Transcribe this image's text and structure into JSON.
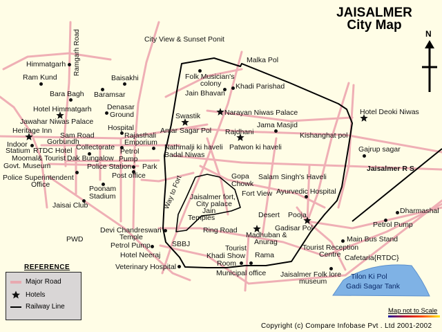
{
  "title": {
    "line1": "JAISALMER",
    "line2": "City Map"
  },
  "north_label": "N",
  "roads": {
    "ramgarh": "Ramgarh Road",
    "way_to_fort": "Way to Fort"
  },
  "places": {
    "himmatgarh": "Himmatgarh",
    "ram_kund": "Ram Kund",
    "baisakhi": "Baisakhi",
    "baramsar": "Baramsar",
    "bara_bagh": "Bara Bagh",
    "hotel_himmatgarh": "Hotel Himmatgarh",
    "jawahar": "Jawahar Niwas Palace",
    "denasar_1": "Denasar",
    "denasar_2": "Ground",
    "hospital": "Hospital",
    "heritage": "Heritage Inn",
    "sam_road": "Sam Road",
    "rajasthali_1": "Rajasthali",
    "rajasthali_2": "Emporium",
    "indoor_1": "Indoor",
    "indoor_2": "Statium",
    "gorbundh": "Gorbundh",
    "rtdc_hotel": "RTDC Hotel",
    "collectorate": "Collectorate",
    "petrol1_1": "Petrol",
    "petrol1_2": "Pump",
    "moomal": "Moomal& Tourist",
    "dak": "Dak Bungalow",
    "govt_museum": "Govt. Museum",
    "police_station": "Police Station",
    "park": "Park",
    "post_office": "Post office",
    "nathmalji": "Nathmalji ki haveli",
    "badal": "Badal Niwas",
    "police_sup_1": "Police Superintendent",
    "police_sup_2": "Office",
    "poonam_1": "Poonam",
    "poonam_2": "Stadium",
    "jaisai": "Jaisai Club",
    "pwd": "PWD",
    "devi_1": "Devi Chandreswari",
    "devi_2": "Temple",
    "petrol2": "Petrol Pump",
    "neeraj": "Hotel Neeraj",
    "veterinary": "Veterinary Hospital",
    "city_view": "City View & Sunset Ponit",
    "malka": "Malka Pol",
    "folk_1": "Folk Musician's",
    "folk_2": "colony",
    "khadi_parishad": "Khadi Parishad",
    "jain_bhavan": "Jain Bhavan",
    "narayan": "Narayan Niwas Palace",
    "swastik": "Swastik",
    "amar_sagar": "Amar Sagar Pol",
    "jama": "Jama Masjid",
    "rajdhani": "Rajdhani",
    "kishanghat": "Kishanghat pol",
    "patwon": "Patwon ki haveli",
    "gopa_1": "Gopa",
    "gopa_2": "Chowk",
    "salam": "Salam Singh's Haveli",
    "ayurvedic": "Ayurvedic Hospital",
    "fort_view": "Fort View",
    "fort_1": "Jaisalmer fort,",
    "fort_2": "City palace",
    "fort_3": "Jain",
    "fort_4": "Temples",
    "desert": "Desert",
    "pooja": "Pooja",
    "gadisar": "Gadisar Pol",
    "ring": "Ring Road",
    "madhuban_1": "Madhuban &",
    "madhuban_2": "Anurag",
    "sbbj": "SBBJ",
    "main_bus": "Main Bus Stand",
    "tourist_rec_1": "Tourist Reception",
    "tourist_rec_2": "Centre",
    "tourist": "Tourist",
    "khadi_show": "Khadi Show",
    "room": "Room",
    "rama": "Rama",
    "cafetaria": "Cafetaria{RTDC}",
    "municipal": "Municipal office",
    "folk_lore_1": "Jaisalmer Folk lore",
    "folk_lore_2": "museum",
    "tilon": "Tilon Ki Pol",
    "gadi_sagar": "Gadi Sagar Tank",
    "dharmashal": "Dharmashal",
    "petrol3": "Petrol Pump",
    "deoki": "Hotel Deoki Niwas",
    "gajrup": "Gajrup sagar",
    "rs": "Jaisalmer R S"
  },
  "legend": {
    "title": "REFERENCE",
    "road": "Major Road",
    "hotels": "Hotels",
    "railway": "Railway Line"
  },
  "scale_note": "Map not to Scale",
  "copyright": "Copyright (c) Compare Infobase Pvt . Ltd 2001-2002",
  "colors": {
    "road": "#E8A9B0",
    "railway": "#000000",
    "lake": "#7FB2E5",
    "background": "#FFFDE6"
  }
}
